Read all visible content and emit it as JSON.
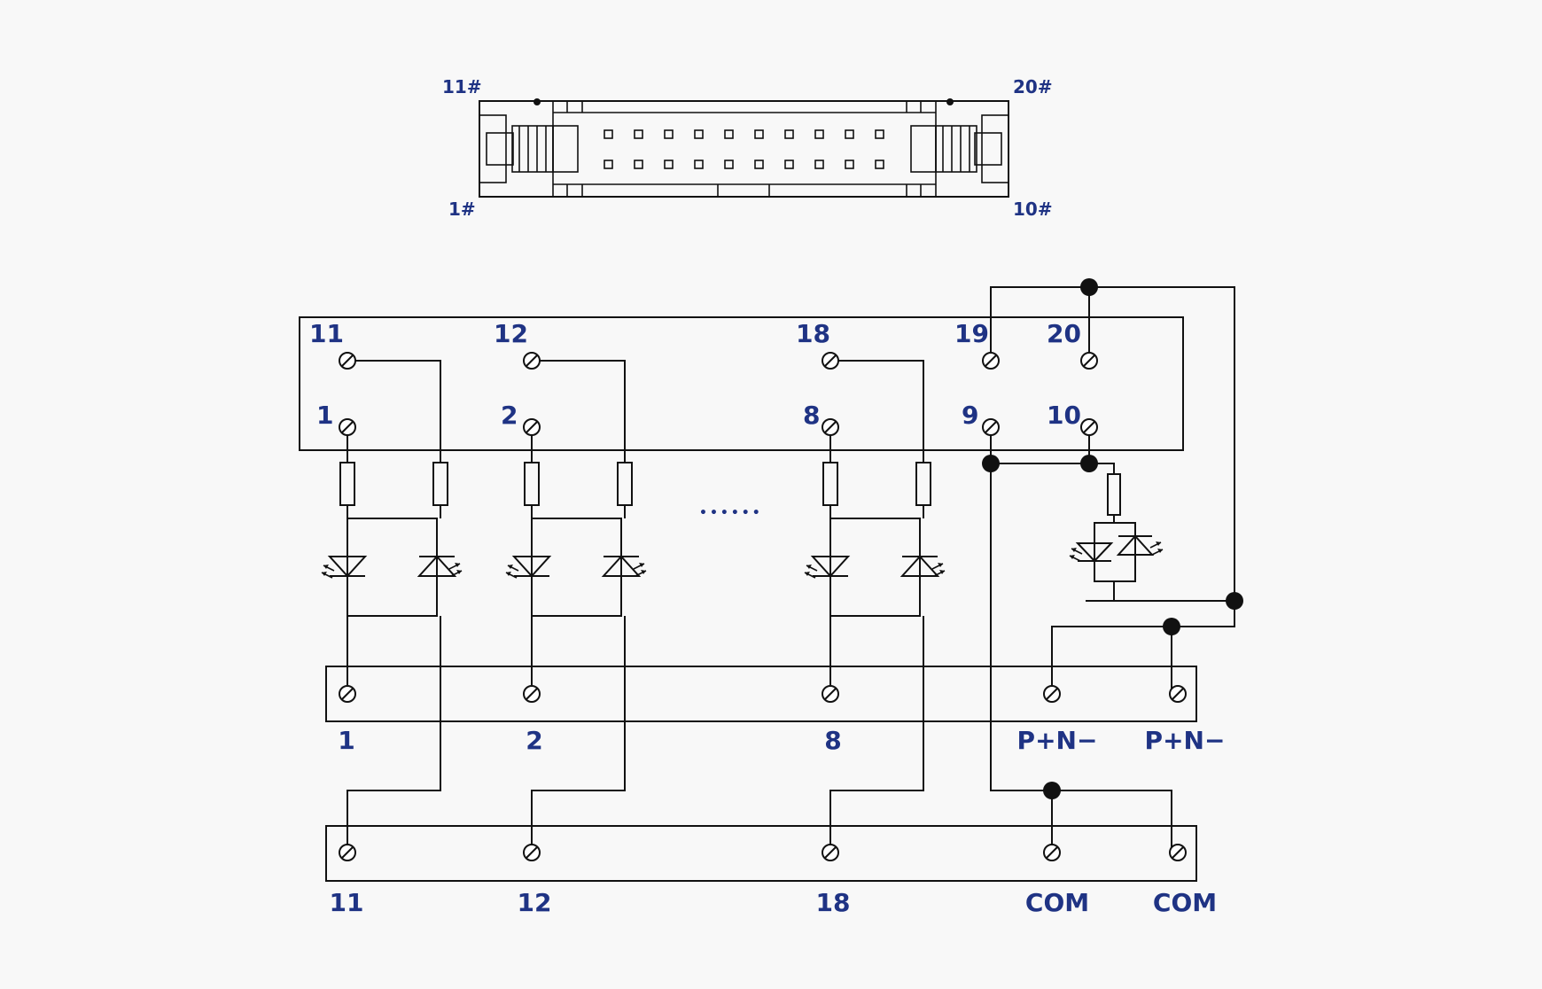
{
  "connector": {
    "pin_labels": {
      "top_left": "11#",
      "top_right": "20#",
      "bottom_left": "1#",
      "bottom_right": "10#"
    },
    "pins_per_row": 10
  },
  "terminals": {
    "inner_top": [
      "11",
      "12",
      "18",
      "19",
      "20"
    ],
    "inner_bottom": [
      "1",
      "2",
      "8",
      "9",
      "10"
    ],
    "strip1": [
      "1",
      "2",
      "8",
      "P+N−",
      "P+N−"
    ],
    "strip2": [
      "11",
      "12",
      "18",
      "COM",
      "COM"
    ]
  },
  "ellipsis": "••••••",
  "colors": {
    "label": "#1f3384",
    "line": "#111111",
    "background": "#f8f8f8"
  }
}
